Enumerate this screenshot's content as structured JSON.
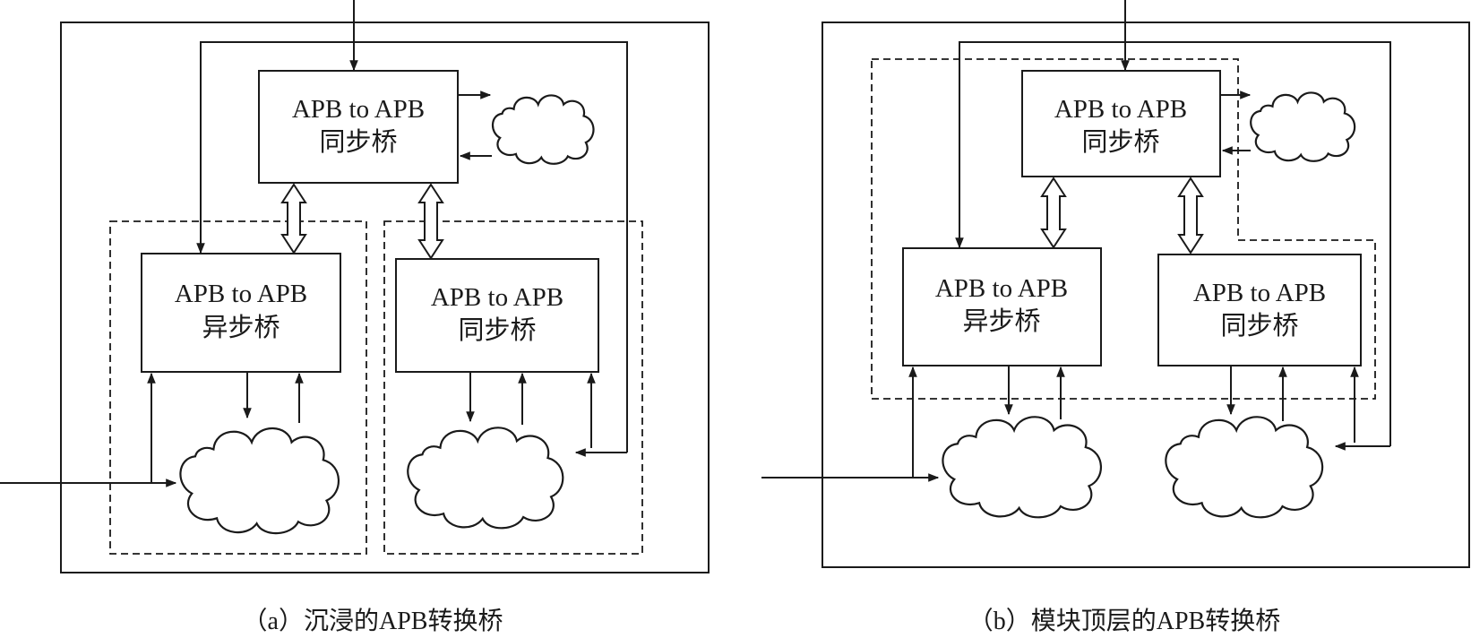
{
  "panel_a": {
    "caption": "（a）沉浸的APB转换桥",
    "top_bridge": {
      "line1": "APB to APB",
      "line2": "同步桥"
    },
    "left_bridge": {
      "line1": "APB to APB",
      "line2": "异步桥"
    },
    "right_bridge": {
      "line1": "APB to APB",
      "line2": "同步桥"
    }
  },
  "panel_b": {
    "caption": "（b）模块顶层的APB转换桥",
    "top_bridge": {
      "line1": "APB to APB",
      "line2": "同步桥"
    },
    "left_bridge": {
      "line1": "APB to APB",
      "line2": "异步桥"
    },
    "right_bridge": {
      "line1": "APB to APB",
      "line2": "同步桥"
    }
  },
  "colors": {
    "stroke": "#1a1a1a",
    "background": "#ffffff"
  }
}
